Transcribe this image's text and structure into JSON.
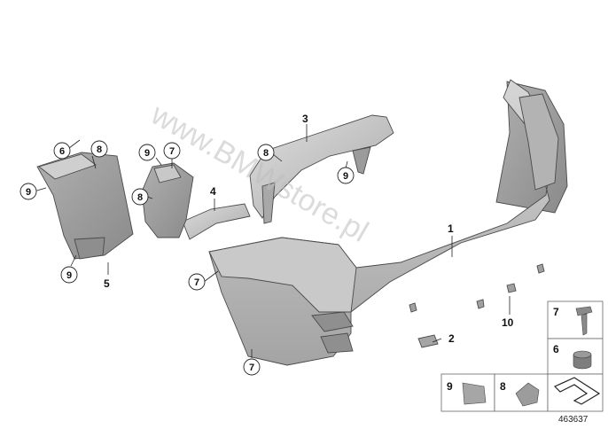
{
  "diagram": {
    "watermark": "www.BMWstore.pl",
    "diagram_number": "463637",
    "callouts": {
      "c1": "1",
      "c2": "2",
      "c3": "3",
      "c4": "4",
      "c5": "5",
      "c7a": "7",
      "c7b": "7",
      "c7c": "7",
      "c6a": "6",
      "c8a": "8",
      "c8b": "8",
      "c8c": "8",
      "c9a": "9",
      "c9b": "9",
      "c9c": "9",
      "c9d": "9",
      "c10": "10"
    },
    "legend": {
      "b7": "7",
      "b6": "6",
      "b9": "9",
      "b8": "8"
    }
  }
}
